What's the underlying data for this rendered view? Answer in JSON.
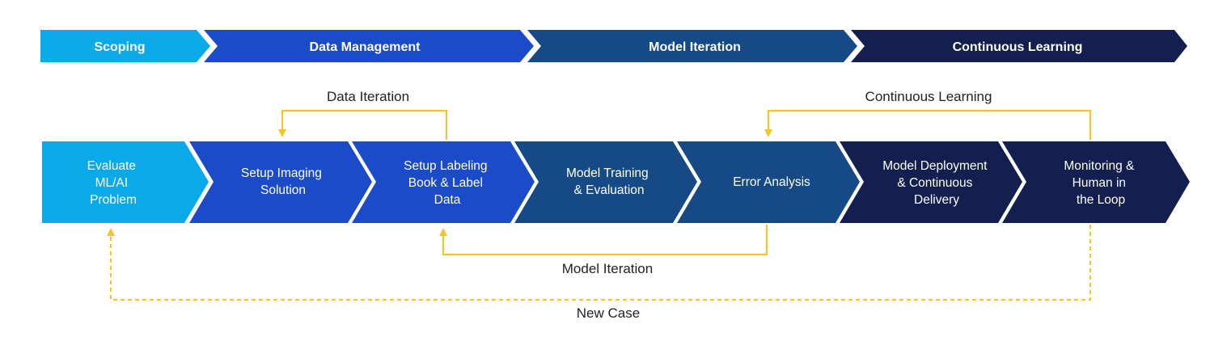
{
  "colors": {
    "scoping": "#0AAAE8",
    "data_management": "#1C4BC9",
    "model_iteration": "#164A87",
    "continuous_learning": "#131F4F",
    "arrow": "#F5C42C",
    "label_text": "#222222"
  },
  "phases": [
    {
      "label": "Scoping",
      "color": "#0AAAE8"
    },
    {
      "label": "Data Management",
      "color": "#1C4BC9"
    },
    {
      "label": "Model Iteration",
      "color": "#164A87"
    },
    {
      "label": "Continuous Learning",
      "color": "#131F4F"
    }
  ],
  "steps": [
    {
      "lines": [
        "Evaluate",
        "ML/AI",
        "Problem"
      ],
      "color": "#0AAAE8"
    },
    {
      "lines": [
        "Setup Imaging",
        "Solution"
      ],
      "color": "#1C4BC9"
    },
    {
      "lines": [
        "Setup Labeling",
        "Book & Label",
        "Data"
      ],
      "color": "#1C4BC9"
    },
    {
      "lines": [
        "Model Training",
        "& Evaluation"
      ],
      "color": "#164A87"
    },
    {
      "lines": [
        "Error Analysis"
      ],
      "color": "#164A87"
    },
    {
      "lines": [
        "Model Deployment",
        "& Continuous",
        "Delivery"
      ],
      "color": "#131F4F"
    },
    {
      "lines": [
        "Monitoring &",
        "Human in",
        "the Loop"
      ],
      "color": "#131F4F"
    }
  ],
  "loops": {
    "data_iteration": "Data Iteration",
    "continuous_learning": "Continuous Learning",
    "model_iteration": "Model Iteration",
    "new_case": "New Case"
  }
}
